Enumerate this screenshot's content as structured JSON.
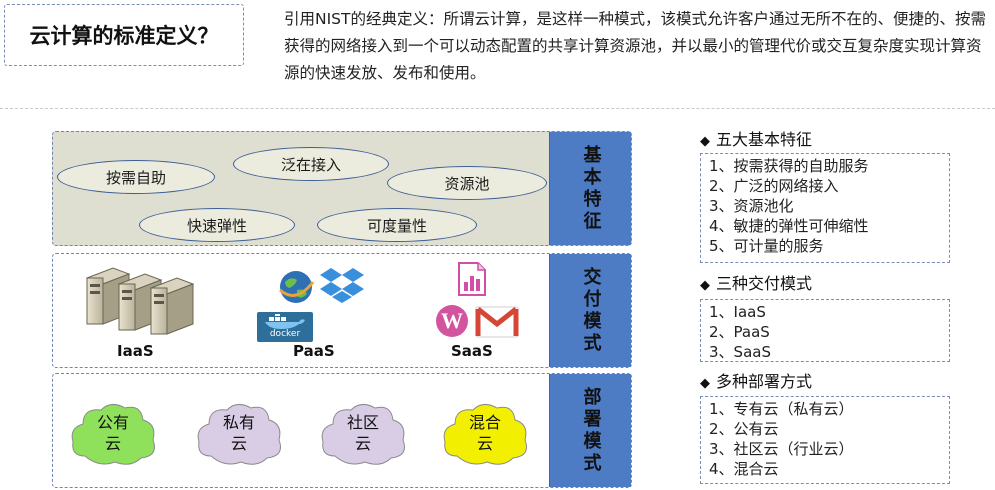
{
  "title": "云计算的标准定义？",
  "intro": "引用NIST的经典定义：所谓云计算，是这样一种模式，该模式允许客户通过无所不在的、便捷的、按需获得的网络接入到一个可以动态配置的共享计算资源池，并以最小的管理代价或交互复杂度实现计算资源的快速发放、发布和使用。",
  "bands": {
    "features": {
      "side_label": "基本特征",
      "ovals": [
        "按需自助",
        "泛在接入",
        "资源池",
        "快速弹性",
        "可度量性"
      ]
    },
    "delivery": {
      "side_label": "交付模式",
      "models": [
        "IaaS",
        "PaaS",
        "SaaS"
      ],
      "icons": [
        "server-icon",
        "globe-icon",
        "dropbox-icon",
        "docker-logo",
        "document-chart-icon",
        "wordpress-logo",
        "gmail-logo"
      ],
      "docker_text": "docker"
    },
    "deployment": {
      "side_label": "部署模式",
      "clouds": [
        {
          "label": "公有\n云",
          "color": "#8fe05a"
        },
        {
          "label": "私有\n云",
          "color": "#d9cde6"
        },
        {
          "label": "社区\n云",
          "color": "#d9cde6"
        },
        {
          "label": "混合\n云",
          "color": "#f2f000"
        }
      ]
    }
  },
  "right_panel": {
    "sections": [
      {
        "heading": "五大基本特征",
        "items": [
          "1、按需获得的自助服务",
          "2、广泛的网络接入",
          "3、资源池化",
          "4、敏捷的弹性可伸缩性",
          "5、可计量的服务"
        ]
      },
      {
        "heading": "三种交付模式",
        "items": [
          "1、IaaS",
          "2、PaaS",
          "3、SaaS"
        ]
      },
      {
        "heading": "多种部署方式",
        "items": [
          "1、专有云（私有云）",
          "2、公有云",
          "3、社区云（行业云）",
          "4、混合云"
        ]
      }
    ],
    "bullet": "◆"
  }
}
